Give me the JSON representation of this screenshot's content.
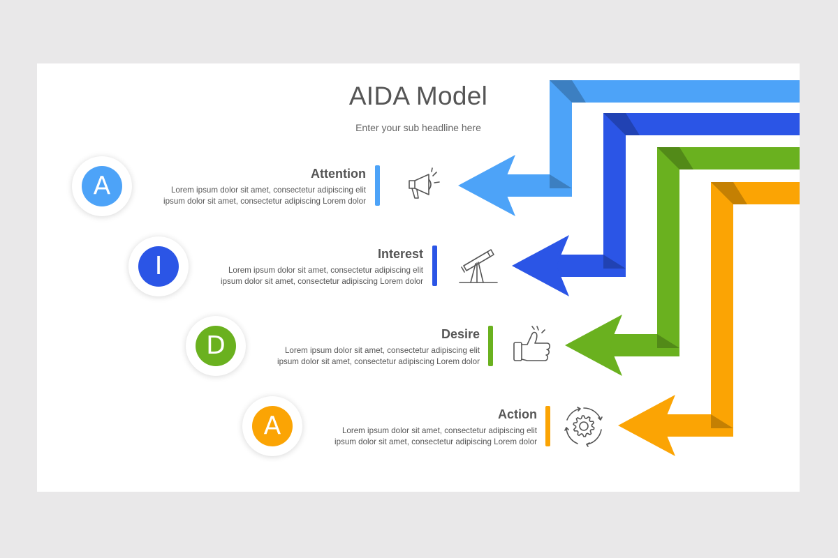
{
  "header": {
    "title": "AIDA Model",
    "subtitle": "Enter your sub headline here"
  },
  "stages": [
    {
      "letter": "A",
      "title": "Attention",
      "desc_line1": "Lorem ipsum dolor sit amet, consectetur adipiscing elit",
      "desc_line2": "ipsum dolor sit amet, consectetur adipiscing Lorem dolor",
      "color": "#4da3f8",
      "icon": "megaphone-icon"
    },
    {
      "letter": "I",
      "title": "Interest",
      "desc_line1": "Lorem ipsum dolor sit amet, consectetur adipiscing elit",
      "desc_line2": "ipsum dolor sit amet, consectetur adipiscing Lorem dolor",
      "color": "#2b55e6",
      "icon": "telescope-icon"
    },
    {
      "letter": "D",
      "title": "Desire",
      "desc_line1": "Lorem ipsum dolor sit amet, consectetur adipiscing elit",
      "desc_line2": "ipsum dolor sit amet, consectetur adipiscing Lorem dolor",
      "color": "#6ab11f",
      "icon": "thumbs-up-icon"
    },
    {
      "letter": "A",
      "title": "Action",
      "desc_line1": "Lorem ipsum dolor sit amet, consectetur adipiscing elit",
      "desc_line2": "ipsum dolor sit amet, consectetur adipiscing Lorem dolor",
      "color": "#fba404",
      "icon": "gear-cycle-icon"
    }
  ]
}
